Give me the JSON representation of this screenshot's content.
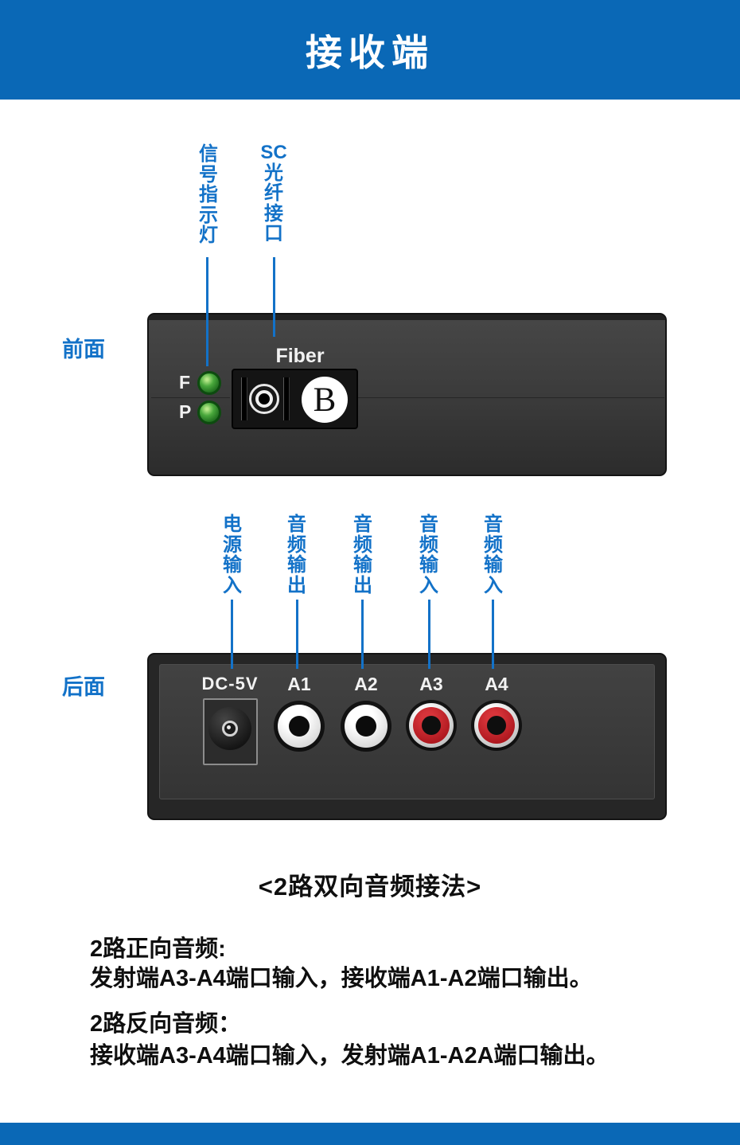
{
  "header": {
    "title": "接收端"
  },
  "front_section": {
    "side_label": "前面",
    "callouts": [
      {
        "name": "signal-indicator-light",
        "lines": [
          "信",
          "号",
          "指",
          "示",
          "灯"
        ]
      },
      {
        "name": "sc-fiber-port",
        "lines": [
          "SC",
          "光",
          "纤",
          "接",
          "口"
        ]
      }
    ],
    "device": {
      "port_group_label": "Fiber",
      "led_labels": [
        "F",
        "P"
      ],
      "fiber_port_letter": "B"
    }
  },
  "rear_section": {
    "side_label": "后面",
    "callouts": [
      {
        "name": "power-input",
        "lines": [
          "电",
          "源",
          "输",
          "入"
        ]
      },
      {
        "name": "audio-output-1",
        "lines": [
          "音",
          "频",
          "输",
          "出"
        ]
      },
      {
        "name": "audio-output-2",
        "lines": [
          "音",
          "频",
          "输",
          "出"
        ]
      },
      {
        "name": "audio-input-1",
        "lines": [
          "音",
          "频",
          "输",
          "入"
        ]
      },
      {
        "name": "audio-input-2",
        "lines": [
          "音",
          "频",
          "输",
          "入"
        ]
      }
    ],
    "device": {
      "power_label": "DC-5V",
      "port_labels": [
        "A1",
        "A2",
        "A3",
        "A4"
      ]
    }
  },
  "instructions": {
    "title": "<2路双向音频接法>",
    "paragraphs": [
      {
        "heading": "2路正向音频:",
        "body": "发射端A3-A4端口输入，接收端A1-A2端口输出。"
      },
      {
        "heading": "2路反向音频：",
        "body": "接收端A3-A4端口输入，发射端A1-A2A端口输出。"
      }
    ]
  },
  "colors": {
    "banner_blue": "#0a68b6",
    "label_blue": "#1372c8",
    "led_green": "#2f9e2f",
    "rca_red": "#c2232b",
    "device_gray": "#3a3a3a"
  }
}
